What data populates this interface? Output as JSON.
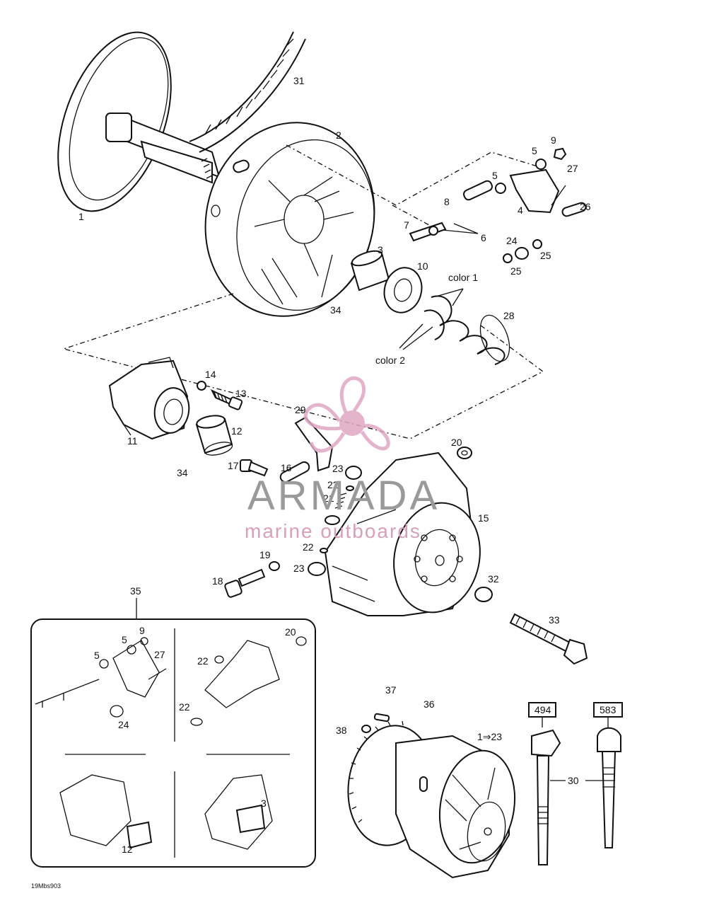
{
  "callouts": {
    "c1": "1",
    "c2": "2",
    "c3": "3",
    "c4": "4",
    "c5a": "5",
    "c5b": "5",
    "c6": "6",
    "c7": "7",
    "c8": "8",
    "c9": "9",
    "c10": "10",
    "c11": "11",
    "c12": "12",
    "c13": "13",
    "c14": "14",
    "c15": "15",
    "c16": "16",
    "c17": "17",
    "c18": "18",
    "c19": "19",
    "c20": "20",
    "c21": "21",
    "c22a": "22",
    "c22b": "22",
    "c23a": "23",
    "c23b": "23",
    "c24": "24",
    "c25a": "25",
    "c25b": "25",
    "c26": "26",
    "c27": "27",
    "c28": "28",
    "c29": "29",
    "c30": "30",
    "c31": "31",
    "c32": "32",
    "c33": "33",
    "c34a": "34",
    "c34b": "34",
    "c35": "35",
    "c36": "36",
    "c37": "37",
    "c38": "38",
    "c1to23": "1⇒23"
  },
  "notes": {
    "color1": "color 1",
    "color2": "color 2"
  },
  "inset": {
    "c5a": "5",
    "c5b": "5",
    "c9": "9",
    "c27": "27",
    "c24": "24",
    "c20": "20",
    "c22a": "22",
    "c22b": "22",
    "c12": "12",
    "c3": "3"
  },
  "boxes": {
    "b494": "494",
    "b583": "583"
  },
  "figure_code": "19Mbs903",
  "watermark": {
    "brand": "ARMADA",
    "tagline": "marine outboards"
  },
  "colors": {
    "ink": "#111111",
    "watermark_pink": "#e0a8c4",
    "watermark_gray": "#9a9a9a"
  }
}
